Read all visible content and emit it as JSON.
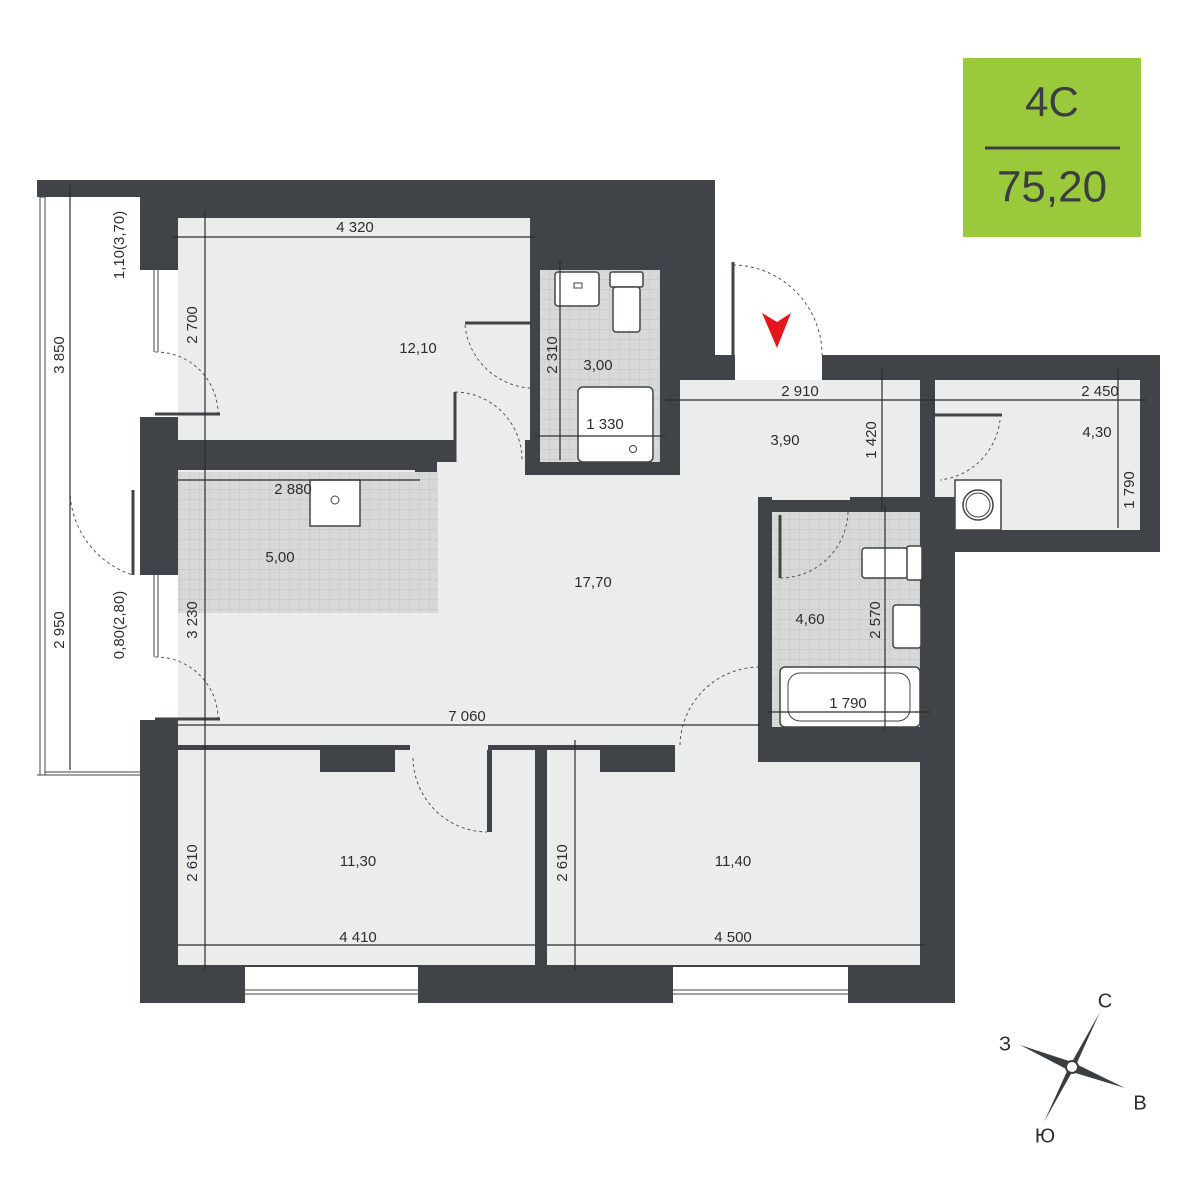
{
  "badge": {
    "type": "4С",
    "total_area": "75,20",
    "color": "#9aca3c"
  },
  "rooms": {
    "bedroom_top": "12,10",
    "wc_small": "3,00",
    "kitchen": "5,00",
    "living": "17,70",
    "hall": "3,90",
    "storage": "4,30",
    "bathroom": "4,60",
    "bedroom_left": "11,30",
    "bedroom_right": "11,40"
  },
  "dimensions": {
    "d4320": "4 320",
    "d2700": "2 700",
    "d2310": "2 310",
    "d1330": "1 330",
    "d2910": "2 910",
    "d2450": "2 450",
    "d1420": "1 420",
    "d1790v": "1 790",
    "d2880": "2 880",
    "d3230": "3 230",
    "d2570": "2 570",
    "d1790h": "1 790",
    "d7060": "7 060",
    "d2610a": "2 610",
    "d2610b": "2 610",
    "d4410": "4 410",
    "d4500": "4 500",
    "d3850": "3 850",
    "d2950": "2 950",
    "balcony_top": "1,10(3,70)",
    "balcony_bottom": "0,80(2,80)"
  },
  "compass": {
    "north": "С",
    "west": "З",
    "east": "В",
    "south": "Ю"
  },
  "colors": {
    "wall": "#404347",
    "floor": "#ebeded",
    "tile": "#d7d8d8",
    "entry_arrow": "#e3161b"
  }
}
